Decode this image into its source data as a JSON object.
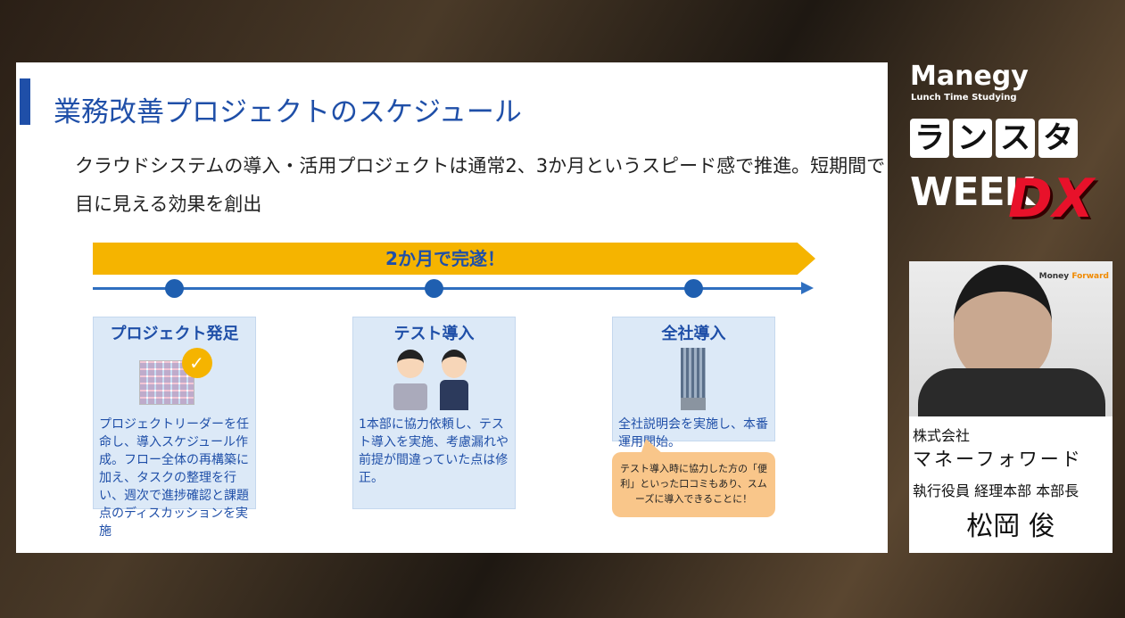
{
  "slide": {
    "title": "業務改善プロジェクトのスケジュール",
    "lead_lines": [
      "クラウドシステムの導入・活用プロジェクトは通常2、3か月というスピード感で推進。短期間で",
      "目に見える効果を創出"
    ],
    "banner": "2か月で完遂！",
    "phases": [
      {
        "title": "プロジェクト発足",
        "icon": "calendar-check-icon",
        "text": "プロジェクトリーダーを任命し、導入スケジュール作成。フロー全体の再構築に加え、タスクの整理を行い、週次で進捗確認と課題点のディスカッションを実施"
      },
      {
        "title": "テスト導入",
        "icon": "people-icon",
        "text": "1本部に協力依頼し、テスト導入を実施、考慮漏れや前提が間違っていた点は修正。"
      },
      {
        "title": "全社導入",
        "icon": "building-icon",
        "text": "全社説明会を実施し、本番運用開始。"
      }
    ],
    "bubble": "テスト導入時に協力した方の「便利」といった口コミもあり、スムーズに導入できることに！"
  },
  "brand": {
    "logo": "Manegy",
    "tagline": "Lunch Time Studying",
    "ransuta": [
      "ラ",
      "ン",
      "ス",
      "タ"
    ],
    "week": "WEEK",
    "dx": "DX"
  },
  "speaker": {
    "video_logo_a": "Money",
    "video_logo_b": "Forward",
    "company_prefix": "株式会社",
    "company": "マネーフォワード",
    "role": "執行役員 経理本部 本部長",
    "name": "松岡 俊"
  },
  "colors": {
    "accent": "#1f4fa8",
    "banner": "#f5b400",
    "dx": "#e8112a"
  }
}
